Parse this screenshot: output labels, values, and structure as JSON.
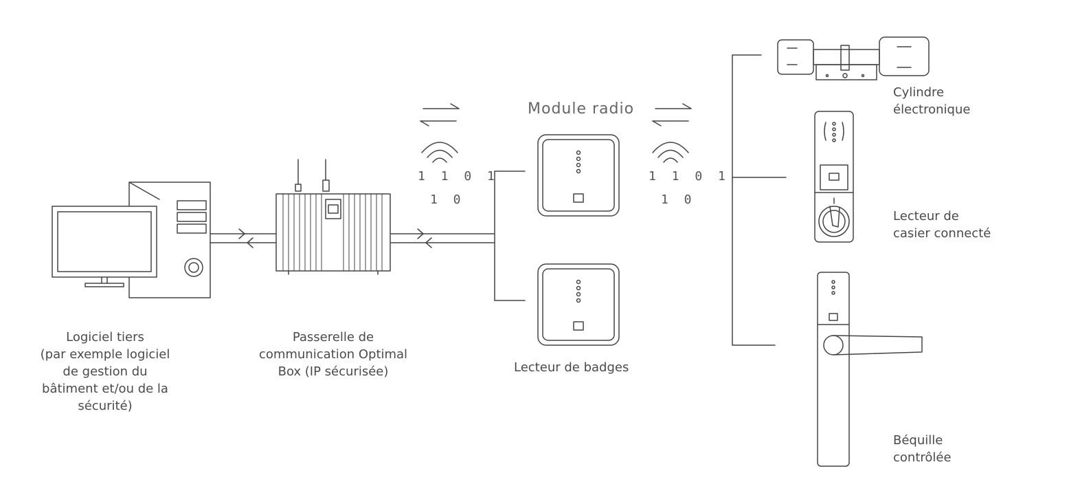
{
  "labels": {
    "software": "Logiciel tiers\n(par exemple logiciel\nde gestion du\nbâtiment et/ou de la\nsécurité)",
    "gateway": "Passerelle de\ncommunication Optimal\nBox (IP sécurisée)",
    "badge_reader": "Lecteur de badges",
    "module_radio": "Module radio",
    "cylinder": "Cylindre\nélectronique",
    "locker": "Lecteur de\ncasier connecté",
    "handle": "Béquille\ncontrôlée"
  },
  "binary": {
    "left_line1": "1 1 0 1",
    "left_line2": "1 0",
    "right_line1": "1 1 0 1",
    "right_line2": "1 0"
  }
}
